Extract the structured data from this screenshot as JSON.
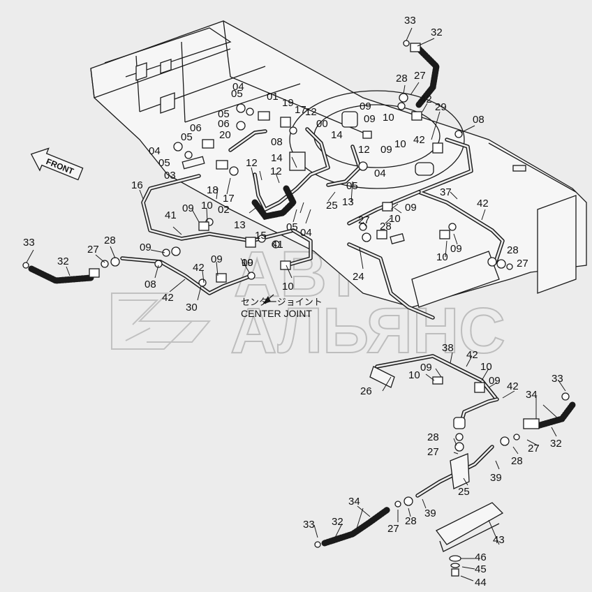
{
  "drawing": {
    "front_label": "FRONT",
    "center_joint_jp": "センタージョイント",
    "center_joint_en": "CENTER JOINT",
    "watermark": {
      "line1": "АВТО",
      "line2": "АЛЬЯНС"
    }
  },
  "callouts": [
    "33",
    "32",
    "28",
    "27",
    "42",
    "29",
    "08",
    "09",
    "10",
    "09",
    "10",
    "42",
    "04",
    "05",
    "01",
    "19",
    "17",
    "12",
    "00",
    "14",
    "12",
    "05",
    "06",
    "20",
    "06",
    "05",
    "04",
    "05",
    "03",
    "08",
    "14",
    "12",
    "12",
    "04",
    "05",
    "16",
    "18",
    "17",
    "02",
    "09",
    "10",
    "41",
    "13",
    "09",
    "05",
    "04",
    "25",
    "13",
    "27",
    "10",
    "09",
    "28",
    "37",
    "42",
    "10",
    "09",
    "33",
    "32",
    "27",
    "28",
    "09",
    "08",
    "42",
    "30",
    "42",
    "09",
    "10",
    "15",
    "10",
    "09",
    "41",
    "24",
    "28",
    "27",
    "38",
    "42",
    "26",
    "09",
    "10",
    "10",
    "09",
    "42",
    "33",
    "34",
    "32",
    "27",
    "28",
    "39",
    "28",
    "27",
    "25",
    "34",
    "33",
    "32",
    "27",
    "28",
    "39",
    "43",
    "46",
    "45",
    "44"
  ]
}
